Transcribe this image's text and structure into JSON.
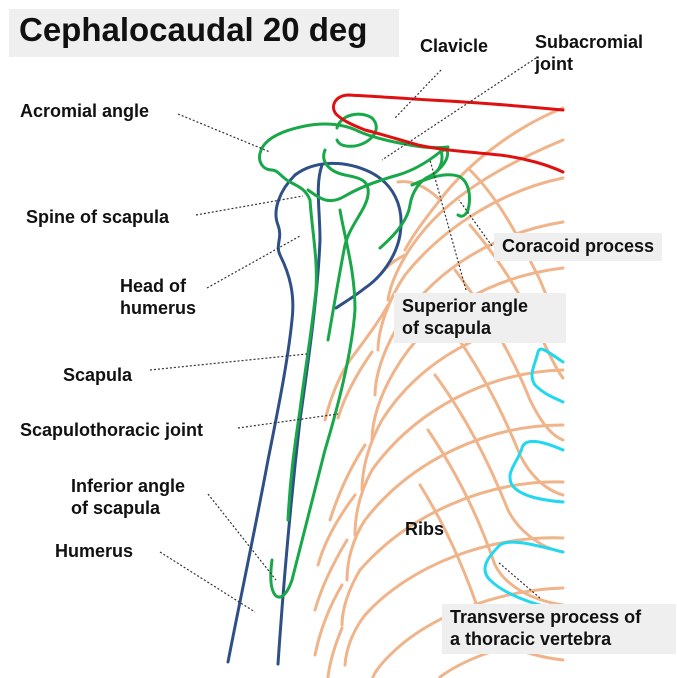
{
  "title": "Cephalocaudal 20 deg",
  "labels": {
    "clavicle": "Clavicle",
    "subacromial_joint": "Subacromial\njoint",
    "acromial_angle": "Acromial angle",
    "spine_of_scapula": "Spine of scapula",
    "coracoid_process": "Coracoid process",
    "head_of_humerus": "Head of\nhumerus",
    "superior_angle_of_scapula": "Superior angle\nof scapula",
    "scapula": "Scapula",
    "scapulothoracic_joint": "Scapulothoracic joint",
    "inferior_angle_of_scapula": "Inferior angle\nof scapula",
    "ribs": "Ribs",
    "humerus": "Humerus",
    "transverse_process": "Transverse process of\na thoracic vertebra"
  },
  "colors": {
    "clavicle": "#e01010",
    "scapula": "#18a84a",
    "humerus": "#2f4f87",
    "ribs": "#f0b48a",
    "vertebra": "#22d8ee",
    "leader": "#333333",
    "label_box": "#efefef"
  }
}
